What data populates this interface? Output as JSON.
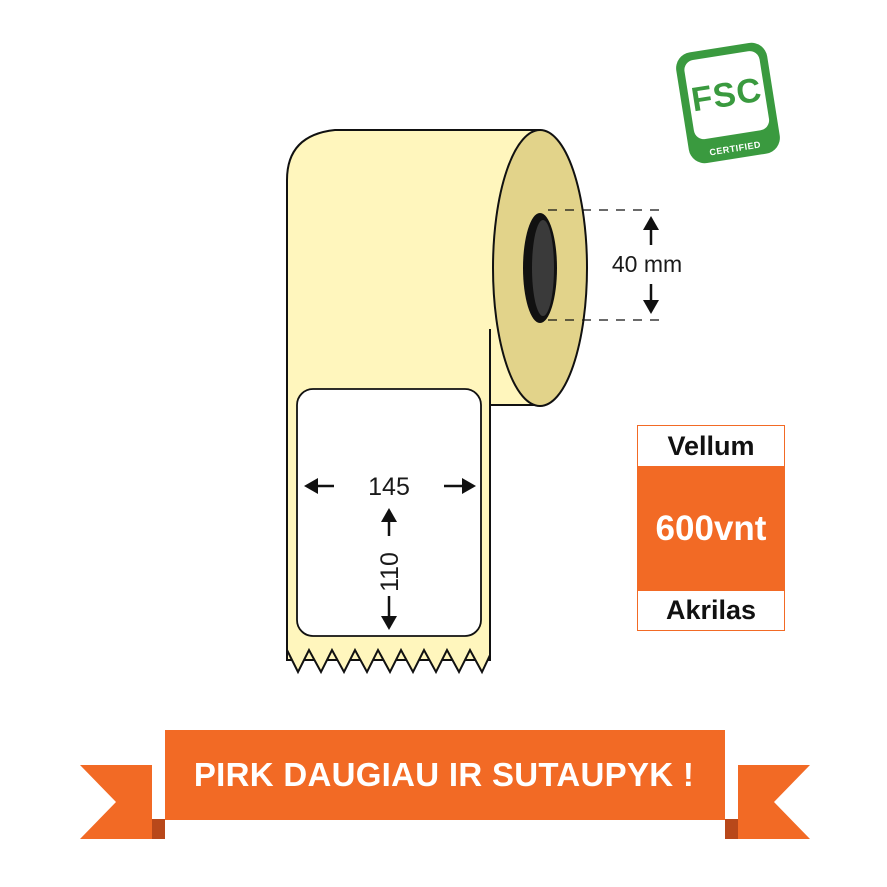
{
  "fsc": {
    "logo": "FSC",
    "certified": "CERTIFIED",
    "color": "#3a9a3f"
  },
  "roll": {
    "core_label": "40 mm",
    "label_width": "145",
    "label_height": "110",
    "paper_color": "#fff6bd",
    "side_color": "#e2d38a"
  },
  "material": {
    "top": "Vellum",
    "quantity": "600vnt",
    "bottom": "Akrilas",
    "accent": "#f26a25"
  },
  "banner": {
    "text": "PIRK DAUGIAU IR SUTAUPYK !",
    "color": "#f26a25"
  }
}
